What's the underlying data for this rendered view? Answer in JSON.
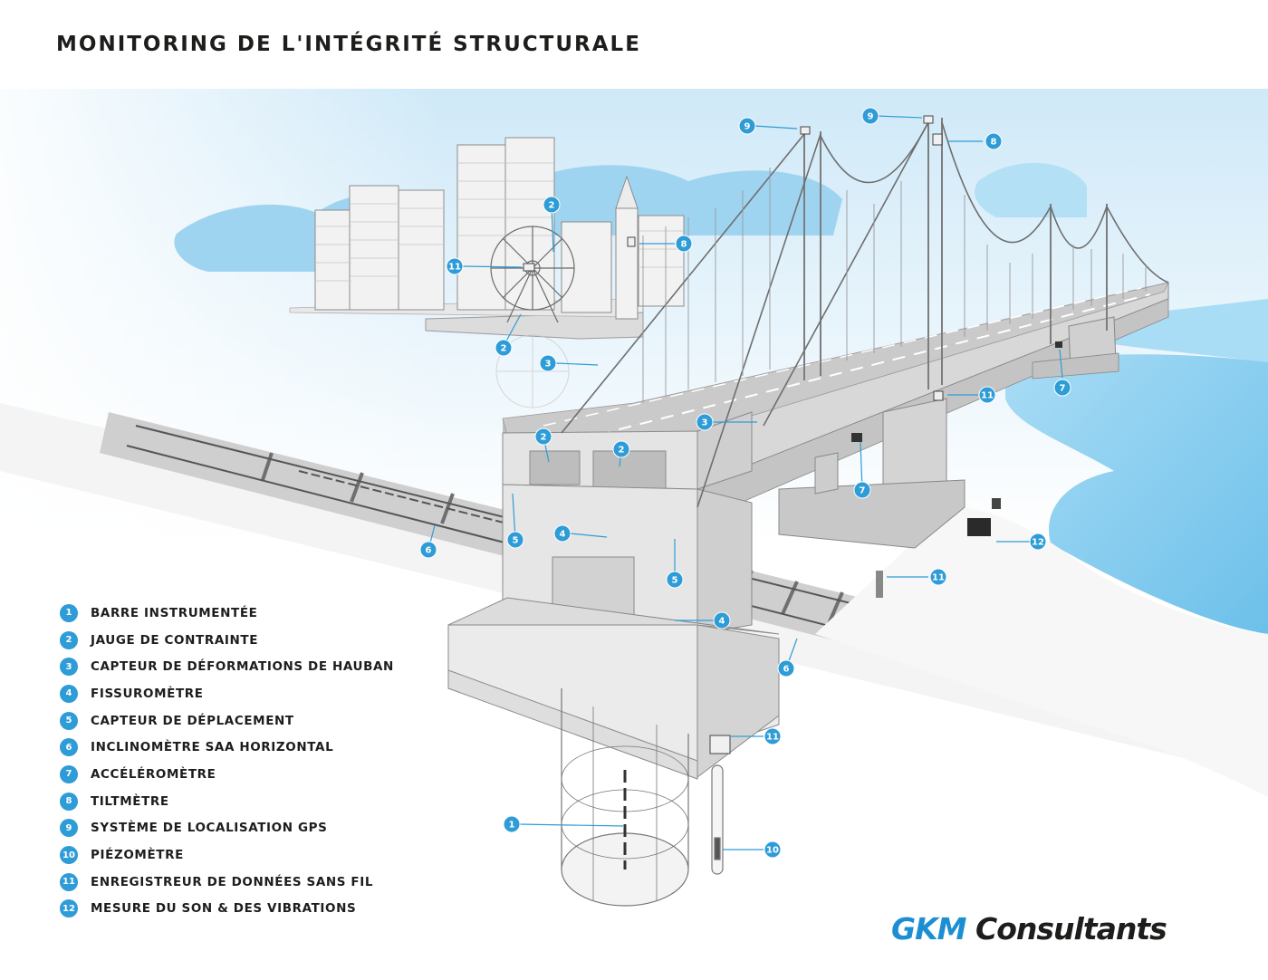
{
  "title": "MONITORING DE L'INTÉGRITÉ STRUCTURALE",
  "legend": [
    {
      "num": "1",
      "label": "BARRE INSTRUMENTÉE"
    },
    {
      "num": "2",
      "label": "JAUGE DE CONTRAINTE"
    },
    {
      "num": "3",
      "label": "CAPTEUR DE DÉFORMATIONS DE HAUBAN"
    },
    {
      "num": "4",
      "label": "FISSUROMÈTRE"
    },
    {
      "num": "5",
      "label": "CAPTEUR DE DÉPLACEMENT"
    },
    {
      "num": "6",
      "label": "INCLINOMÈTRE SAA HORIZONTAL"
    },
    {
      "num": "7",
      "label": "ACCÉLÉROMÈTRE"
    },
    {
      "num": "8",
      "label": "TILTMÈTRE"
    },
    {
      "num": "9",
      "label": "SYSTÈME DE LOCALISATION GPS"
    },
    {
      "num": "10",
      "label": "PIÉZOMÈTRE"
    },
    {
      "num": "11",
      "label": "ENREGISTREUR DE DONNÉES SANS FIL"
    },
    {
      "num": "12",
      "label": "MESURE DU SON & DES VIBRATIONS"
    }
  ],
  "callouts": [
    "9",
    "9",
    "8",
    "2",
    "8",
    "11",
    "2",
    "3",
    "7",
    "11",
    "3",
    "2",
    "2",
    "7",
    "5",
    "4",
    "6",
    "5",
    "12",
    "11",
    "4",
    "6",
    "11",
    "1",
    "10"
  ],
  "logo": {
    "part1": "GKM",
    "part2": " Consultants"
  },
  "colors": {
    "accent": "#2e9cd6",
    "logo_blue": "#1b8fd2",
    "sky": "#cfe9f8",
    "water": "#8ed0f2",
    "concrete": "#e3e3e3"
  }
}
